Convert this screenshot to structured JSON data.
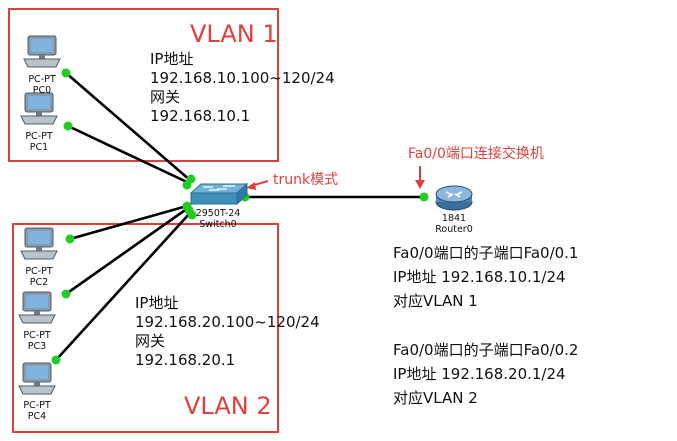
{
  "vlan1": {
    "title": "VLAN 1",
    "info": {
      "ip_label": "IP地址",
      "ip_range": "192.168.10.100~120/24",
      "gateway_label": "网关",
      "gateway": "192.168.10.1"
    }
  },
  "vlan2": {
    "title": "VLAN 2",
    "info": {
      "ip_label": "IP地址",
      "ip_range": "192.168.20.100~120/24",
      "gateway_label": "网关",
      "gateway": "192.168.20.1"
    }
  },
  "pcs": [
    {
      "model": "PC-PT",
      "name": "PC0"
    },
    {
      "model": "PC-PT",
      "name": "PC1"
    },
    {
      "model": "PC-PT",
      "name": "PC2"
    },
    {
      "model": "PC-PT",
      "name": "PC3"
    },
    {
      "model": "PC-PT",
      "name": "PC4"
    }
  ],
  "switch": {
    "model": "2950T-24",
    "name": "Switch0"
  },
  "router": {
    "model": "1841",
    "name": "Router0"
  },
  "annotations": {
    "trunk": "trunk模式",
    "router_port": "Fa0/0端口连接交换机"
  },
  "subinterfaces": [
    {
      "line1": "Fa0/0端口的子端口Fa0/0.1",
      "line2": "IP地址 192.168.10.1/24",
      "line3": "对应VLAN 1"
    },
    {
      "line1": "Fa0/0端口的子端口Fa0/0.2",
      "line2": "IP地址 192.168.20.1/24",
      "line3": "对应VLAN 2"
    }
  ],
  "colors": {
    "frame": "#e0403c",
    "link": "#000000",
    "port": "#22cc22",
    "switch": "#3f8fb8",
    "router": "#4f86b2"
  }
}
